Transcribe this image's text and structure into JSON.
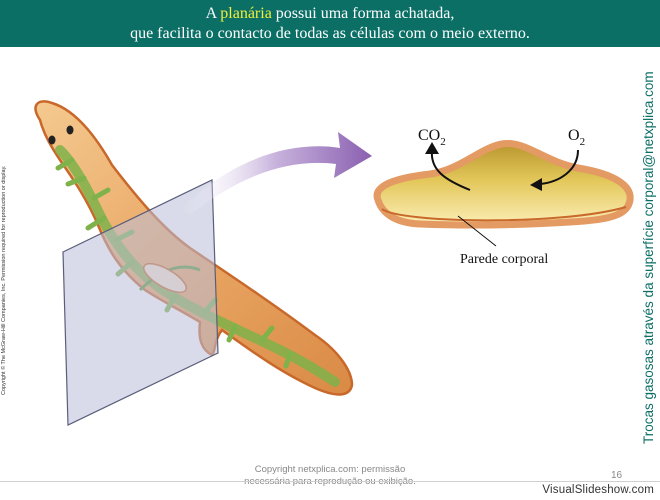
{
  "header": {
    "title_prefix": "A ",
    "title_highlight": "planária",
    "title_suffix": " possui uma forma achatada,",
    "title_line2": "que facilita o contacto de todas as células com o meio externo."
  },
  "figure": {
    "copyright": "Copyright © The McGraw-Hill Companies, Inc. Permission required for reproduction or display.",
    "gas_out": "CO",
    "gas_out_sub": "2",
    "gas_in": "O",
    "gas_in_sub": "2",
    "wall_label": "Parede corporal",
    "side_caption": "Trocas gasosas através da superfície corporal@netxplica.com"
  },
  "footer": {
    "note_line1": "Copyright netxplica.com: permissão",
    "note_line2": "necessária para reprodução ou exibição.",
    "page_number": "16",
    "watermark": "VisualSlideshow.com"
  },
  "colors": {
    "header_bg": "#0b6f66",
    "highlight": "#f2ef3a",
    "body_outline": "#c8682a",
    "gut_green": "#7fb24a"
  }
}
